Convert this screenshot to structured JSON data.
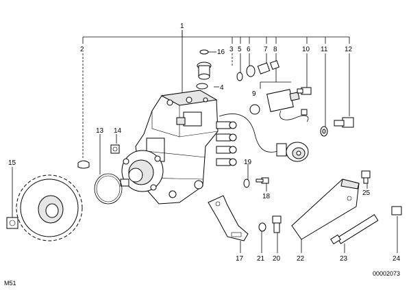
{
  "labels": {
    "l1": "1",
    "l2": "2",
    "l3": "3",
    "l4": "4",
    "l5": "5",
    "l6": "6",
    "l7": "7",
    "l8": "8",
    "l9": "9",
    "l10": "10",
    "l11": "11",
    "l12": "12",
    "l13": "13",
    "l14": "14",
    "l15": "15",
    "l16": "16",
    "l17": "17",
    "l18": "18",
    "l19": "19",
    "l20": "20",
    "l21": "21",
    "l22": "22",
    "l23": "23",
    "l24": "24",
    "l25": "25"
  },
  "footer": {
    "left_code": "M51",
    "right_code": "00002073"
  }
}
